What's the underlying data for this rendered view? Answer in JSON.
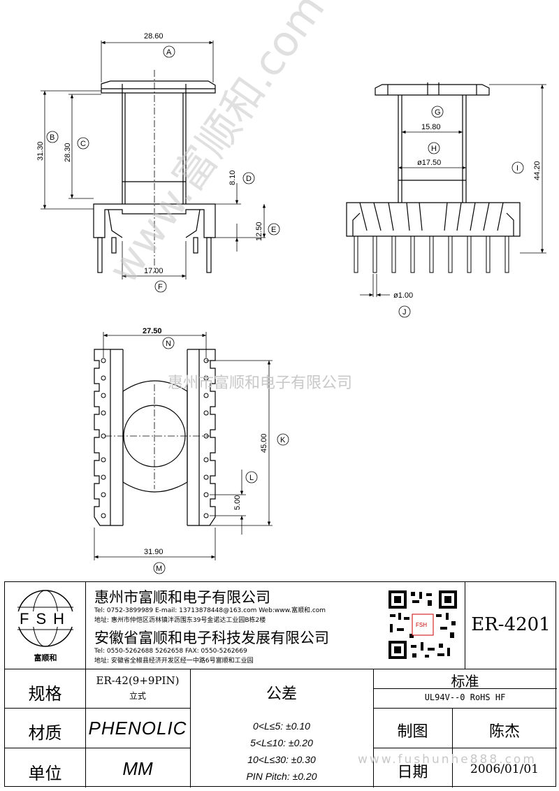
{
  "views": {
    "front": {
      "dims": [
        {
          "id": "A",
          "value": "28.60"
        },
        {
          "id": "B",
          "value": "31.30"
        },
        {
          "id": "C",
          "value": "28.30"
        },
        {
          "id": "D",
          "value": "8.10"
        },
        {
          "id": "E",
          "value": "12.50"
        },
        {
          "id": "F",
          "value": "17.00"
        }
      ]
    },
    "side": {
      "dims": [
        {
          "id": "G",
          "value": "15.80"
        },
        {
          "id": "H",
          "value": "ø17.50"
        },
        {
          "id": "I",
          "value": "44.20"
        },
        {
          "id": "J",
          "value": "ø1.00"
        }
      ]
    },
    "bottom": {
      "dims": [
        {
          "id": "N",
          "value": "27.50"
        },
        {
          "id": "K",
          "value": "45.00"
        },
        {
          "id": "L",
          "value": "5.00"
        },
        {
          "id": "M",
          "value": "31.90"
        }
      ]
    }
  },
  "watermarks": {
    "diagonal": "www.富顺和.com",
    "center": "惠州市富顺和电子有限公司",
    "footer": "www.fushunhe888.com"
  },
  "title_block": {
    "logo": {
      "letters": "FSH",
      "name": "富顺和"
    },
    "company1": {
      "name": "惠州市富顺和电子有限公司",
      "contact": "Tel: 0752-3899989  E-mail: 13713878448@163.com  Web:www.富顺和.com",
      "address": "地址: 惠州市仲恺区沥林镇泮沥围东39号金诺达工业园B栋2楼"
    },
    "company2": {
      "name": "安徽省富顺和电子科技发展有限公司",
      "contact": "Tel: 0550-5262688  5262658      FAX: 0550-5262669",
      "address": "地址: 安徽省全椒县经济开发区经一中路6号富顺和工业园"
    },
    "part_number": "ER-4201",
    "spec": {
      "label": "规格",
      "value": "ER-42(9+9PIN)",
      "sub": "立式"
    },
    "material": {
      "label": "材质",
      "value": "PHENOLIC"
    },
    "unit": {
      "label": "单位",
      "value": "MM"
    },
    "tolerance": {
      "label": "公差",
      "lines": [
        "0<L≤5: ±0.10",
        "5<L≤10: ±0.20",
        "10<L≤30: ±0.30",
        "PIN Pitch: ±0.20"
      ]
    },
    "standard": {
      "label": "标准",
      "value": "UL94V--0  RoHS HF"
    },
    "drawn": {
      "label": "制图",
      "value": "陈杰"
    },
    "date": {
      "label": "日期",
      "value": "2006/01/01"
    }
  }
}
